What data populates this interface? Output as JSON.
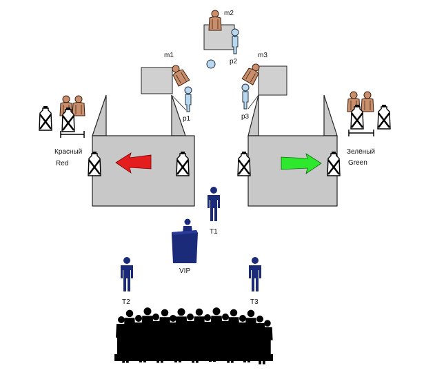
{
  "labels": {
    "m1": "m1",
    "m2": "m2",
    "m3": "m3",
    "p1": "p1",
    "p2": "p2",
    "p3": "p3",
    "red_ru": "Красный",
    "red_en": "Red",
    "green_ru": "Зелёный",
    "green_en": "Green",
    "t1": "T1",
    "t2": "T2",
    "t3": "T3",
    "vip": "VIP"
  },
  "colors": {
    "ring": "#c8c8c8",
    "ring_stroke": "#222222",
    "referee_box": "#d0d0d0",
    "judge": "#b9d7ee",
    "person": "#1c2a7a",
    "crowd": "#000000",
    "red_arrow": "#e41e1e",
    "green_arrow": "#2ee82e",
    "fighter": "#c98e6b"
  },
  "icons": [
    "ring-shape",
    "referee-camera-icon",
    "judge-icon",
    "crossed-bottle-icon",
    "arrow-left",
    "arrow-right",
    "podium-icon",
    "person-icon",
    "crowd-silhouette"
  ]
}
